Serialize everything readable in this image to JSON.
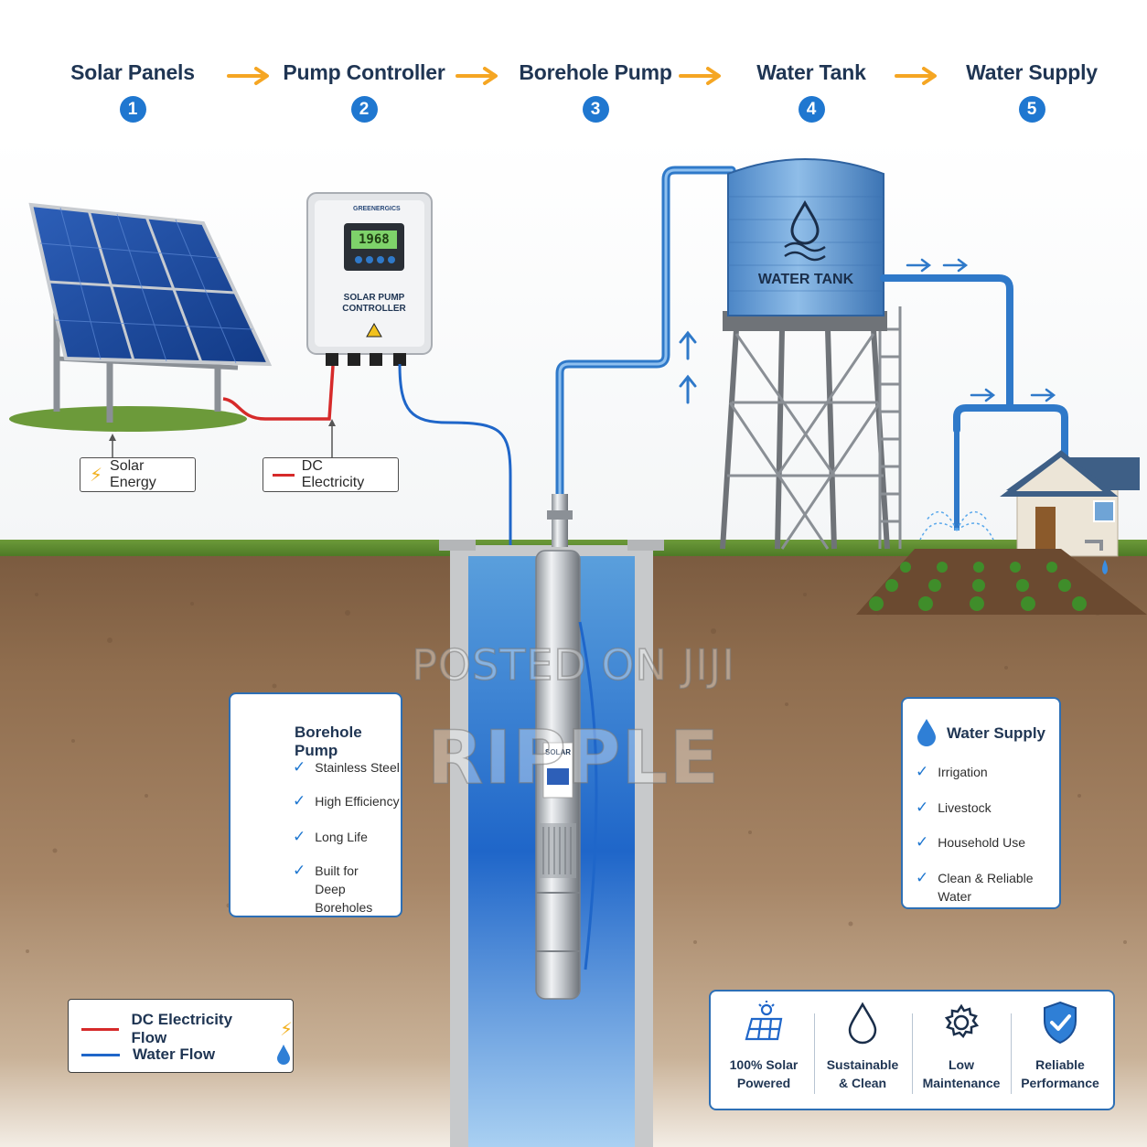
{
  "steps": [
    {
      "label": "Solar Panels",
      "num": "1"
    },
    {
      "label": "Pump Controller",
      "num": "2"
    },
    {
      "label": "Borehole Pump",
      "num": "3"
    },
    {
      "label": "Water Tank",
      "num": "4"
    },
    {
      "label": "Water Supply",
      "num": "5"
    }
  ],
  "controller": {
    "brand": "GREENERGICS",
    "display": "1968",
    "label_line1": "SOLAR PUMP",
    "label_line2": "CONTROLLER"
  },
  "tank_label": "WATER TANK",
  "pump_label": "SOLAR",
  "callouts": {
    "solar_energy": "Solar Energy",
    "dc_electricity": "DC Electricity"
  },
  "pump_card": {
    "title": "Borehole Pump",
    "features": [
      "Stainless Steel",
      "High Efficiency",
      "Long Life",
      "Built for",
      "Deep Boreholes"
    ]
  },
  "supply_card": {
    "title": "Water Supply",
    "features": [
      "Irrigation",
      "Livestock",
      "Household Use",
      "Clean & Reliable Water"
    ]
  },
  "legend": {
    "dc_flow": "DC Electricity Flow",
    "water_flow": "Water Flow"
  },
  "benefits": [
    {
      "line1": "100% Solar",
      "line2": "Powered",
      "icon": "solar-panel-icon"
    },
    {
      "line1": "Sustainable",
      "line2": "& Clean",
      "icon": "water-drop-icon"
    },
    {
      "line1": "Low",
      "line2": "Maintenance",
      "icon": "gear-icon"
    },
    {
      "line1": "Reliable",
      "line2": "Performance",
      "icon": "shield-check-icon"
    }
  ],
  "watermark": {
    "line1": "POSTED ON JIJI",
    "line2": "RIPPLE"
  },
  "colors": {
    "dc": "#d62a2a",
    "water": "#1f66c9",
    "accent": "#1f77d0",
    "arrow": "#f5a623"
  }
}
